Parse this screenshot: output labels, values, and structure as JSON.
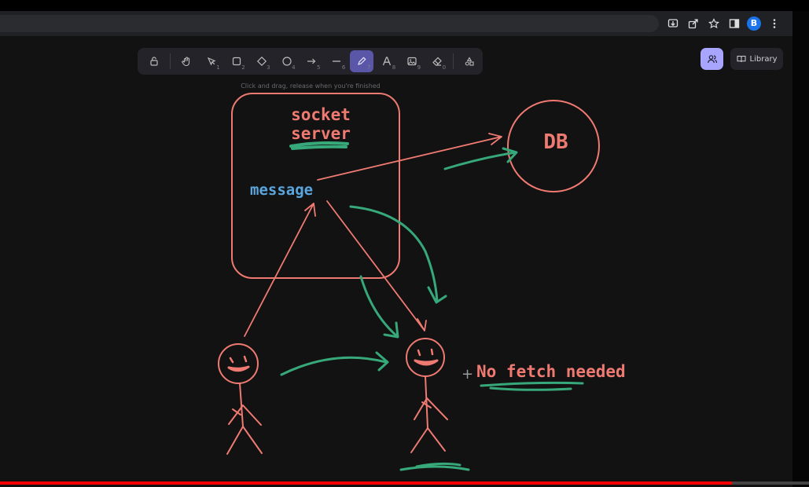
{
  "browser": {
    "profile_initial": "B",
    "icons": [
      "install-icon",
      "share-icon",
      "star-icon",
      "sidepanel-icon",
      "more-icon"
    ]
  },
  "toolbar": {
    "tools": [
      {
        "name": "lock-icon",
        "shortcut": ""
      },
      {
        "name": "hand-icon",
        "shortcut": ""
      },
      {
        "name": "selection-icon",
        "shortcut": "1"
      },
      {
        "name": "rectangle-icon",
        "shortcut": "2"
      },
      {
        "name": "diamond-icon",
        "shortcut": "3"
      },
      {
        "name": "ellipse-icon",
        "shortcut": "4"
      },
      {
        "name": "arrow-icon",
        "shortcut": "5"
      },
      {
        "name": "line-icon",
        "shortcut": "6"
      },
      {
        "name": "pencil-icon",
        "shortcut": "7"
      },
      {
        "name": "text-icon",
        "shortcut": "8"
      },
      {
        "name": "image-icon",
        "shortcut": "9"
      },
      {
        "name": "eraser-icon",
        "shortcut": "0"
      },
      {
        "name": "more-tools-icon",
        "shortcut": ""
      }
    ],
    "active_tool": "pencil-icon"
  },
  "library_label": "Library",
  "hint_text": "Click and drag, release when you're finished",
  "drawing": {
    "box_label_line1": "socket",
    "box_label_line2": "server",
    "message_label": "message",
    "db_label": "DB",
    "note_plus": "+",
    "note_text": "No fetch needed"
  },
  "colors": {
    "stroke_red": "#ef7a72",
    "stroke_green": "#36a87a",
    "message_blue": "#5aa7e0",
    "accent_purple": "#a8a5ff",
    "progress_red": "#ff0000"
  },
  "video_progress": 0.905
}
